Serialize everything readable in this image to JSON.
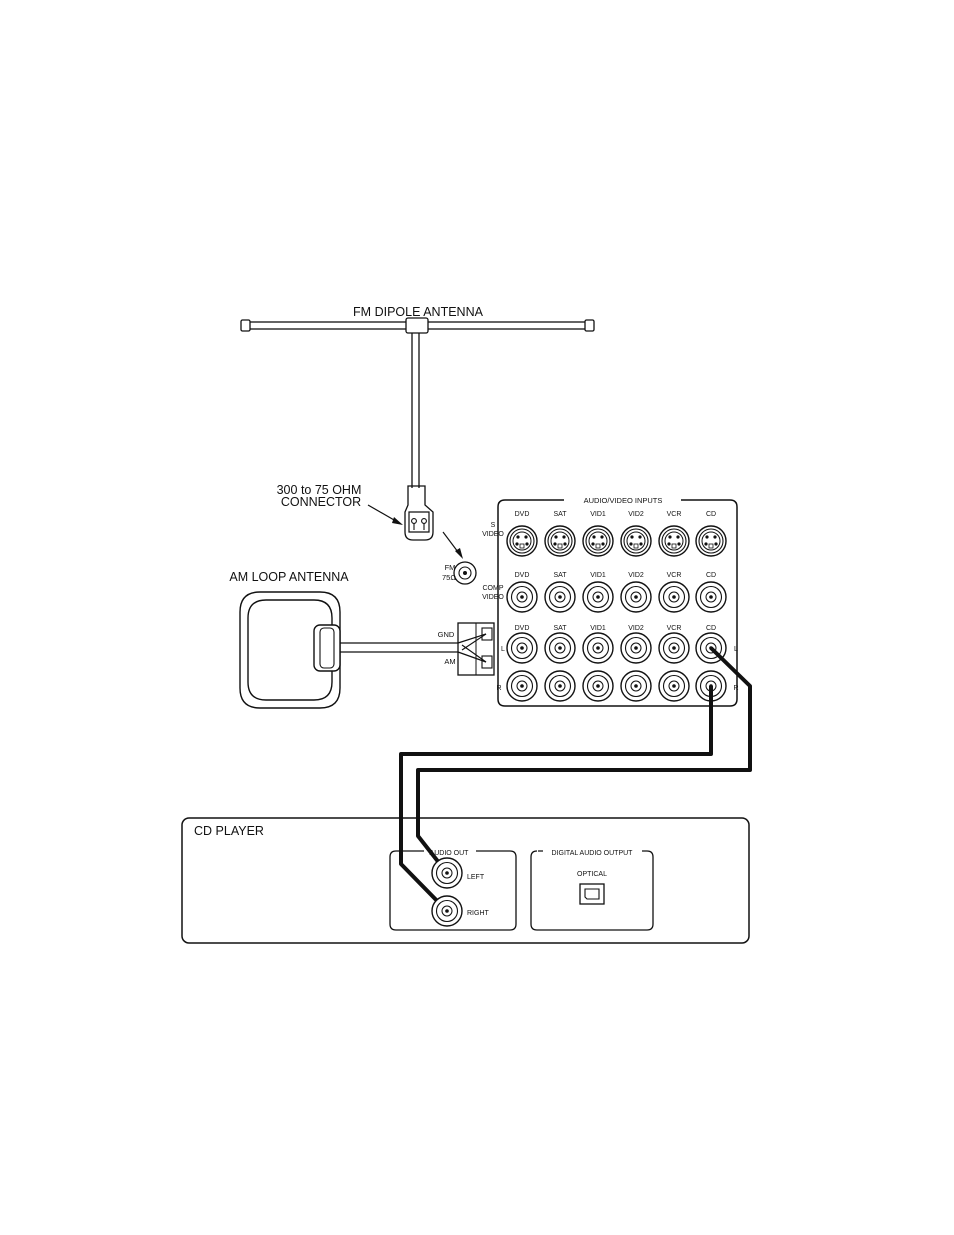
{
  "fm_antenna": {
    "title": "FM DIPOLE ANTENNA",
    "connector_line1": "300 to 75 OHM",
    "connector_line2": "CONNECTOR"
  },
  "am_antenna": {
    "title": "AM LOOP ANTENNA"
  },
  "terminals": {
    "fm_line1": "FM",
    "fm_line2": "75Ω",
    "gnd": "GND",
    "am": "AM"
  },
  "av_panel": {
    "title": "AUDIO/VIDEO INPUTS",
    "sources": [
      "DVD",
      "SAT",
      "VID1",
      "VID2",
      "VCR",
      "CD"
    ],
    "row_svideo_1": "S",
    "row_svideo_2": "VIDEO",
    "row_comp_1": "COMP",
    "row_comp_2": "VIDEO",
    "left": "L",
    "right": "R"
  },
  "cd_player": {
    "title": "CD PLAYER",
    "audio_out": "AUDIO OUT",
    "left": "LEFT",
    "right": "RIGHT",
    "digital_out": "DIGITAL AUDIO OUTPUT",
    "optical": "OPTICAL"
  }
}
